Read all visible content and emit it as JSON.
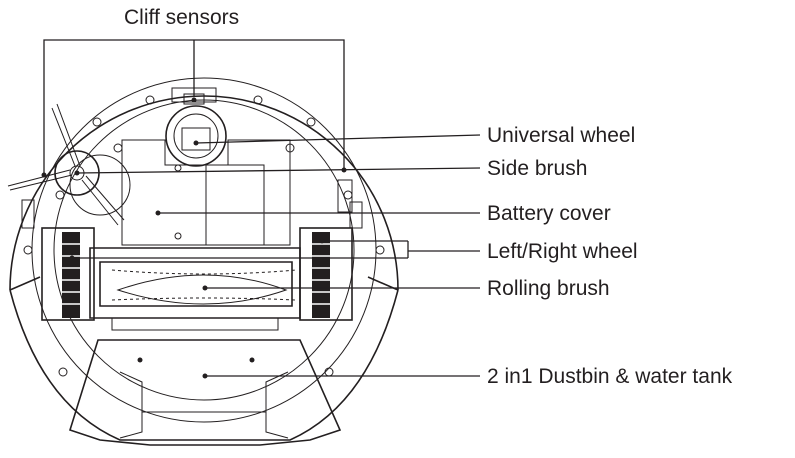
{
  "labels": {
    "cliff_sensors": "Cliff sensors",
    "universal_wheel": "Universal wheel",
    "side_brush": "Side brush",
    "battery_cover": "Battery cover",
    "left_right_wheel": "Left/Right wheel",
    "rolling_brush": "Rolling brush",
    "dustbin_water_tank": "2 in1 Dustbin & water tank"
  }
}
